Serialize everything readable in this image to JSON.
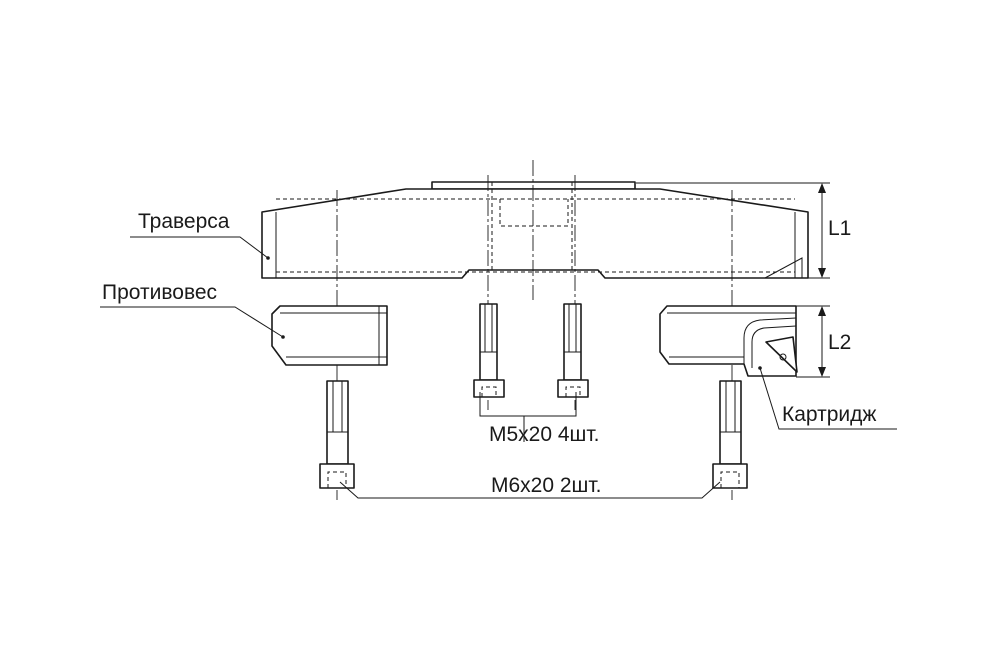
{
  "labels": {
    "traverse": "Траверса",
    "counterweight": "Противовес",
    "cartridge": "Картридж",
    "screws_m5": "M5x20 4шт.",
    "screws_m6": "M6x20 2шт.",
    "dim_l1": "L1",
    "dim_l2": "L2"
  },
  "colors": {
    "line": "#1a1a1a",
    "background": "#ffffff"
  }
}
